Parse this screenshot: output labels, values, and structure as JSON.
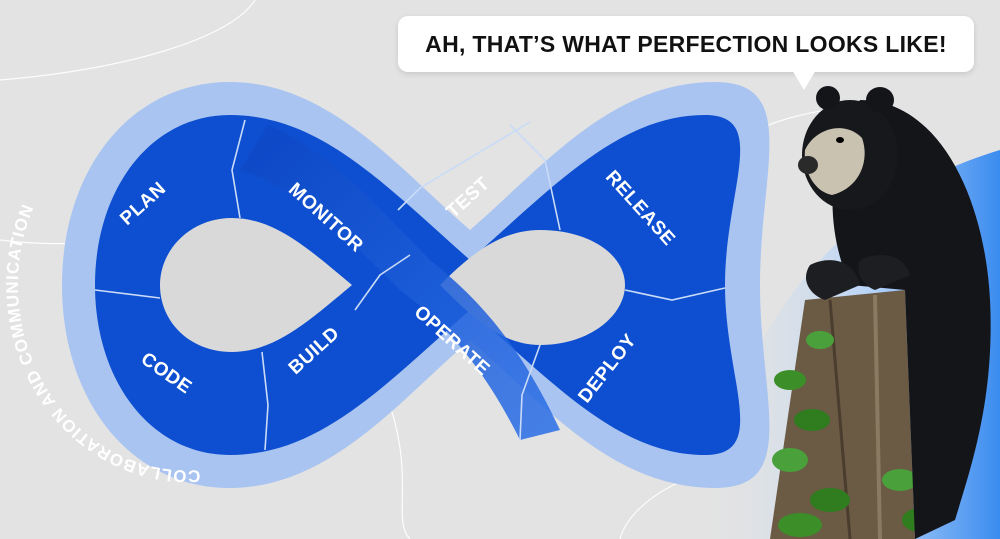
{
  "speech_bubble": {
    "text": "AH, THAT’S WHAT PERFECTION LOOKS LIKE!"
  },
  "ring_label": "COLLABORATION AND COMMUNICATION",
  "segments": {
    "plan": "PLAN",
    "code": "CODE",
    "build": "BUILD",
    "monitor": "MONITOR",
    "test": "TEST",
    "operate": "OPERATE",
    "release": "RELEASE",
    "deploy": "DEPLOY"
  },
  "colors": {
    "background": "#e3e3e3",
    "outer_ring": "#a9c4f0",
    "segment_blue": "#0d4fd0",
    "segment_blue_light": "#1c63e6",
    "label_text": "#ffffff",
    "accent_sky": "#3a8cf0"
  }
}
